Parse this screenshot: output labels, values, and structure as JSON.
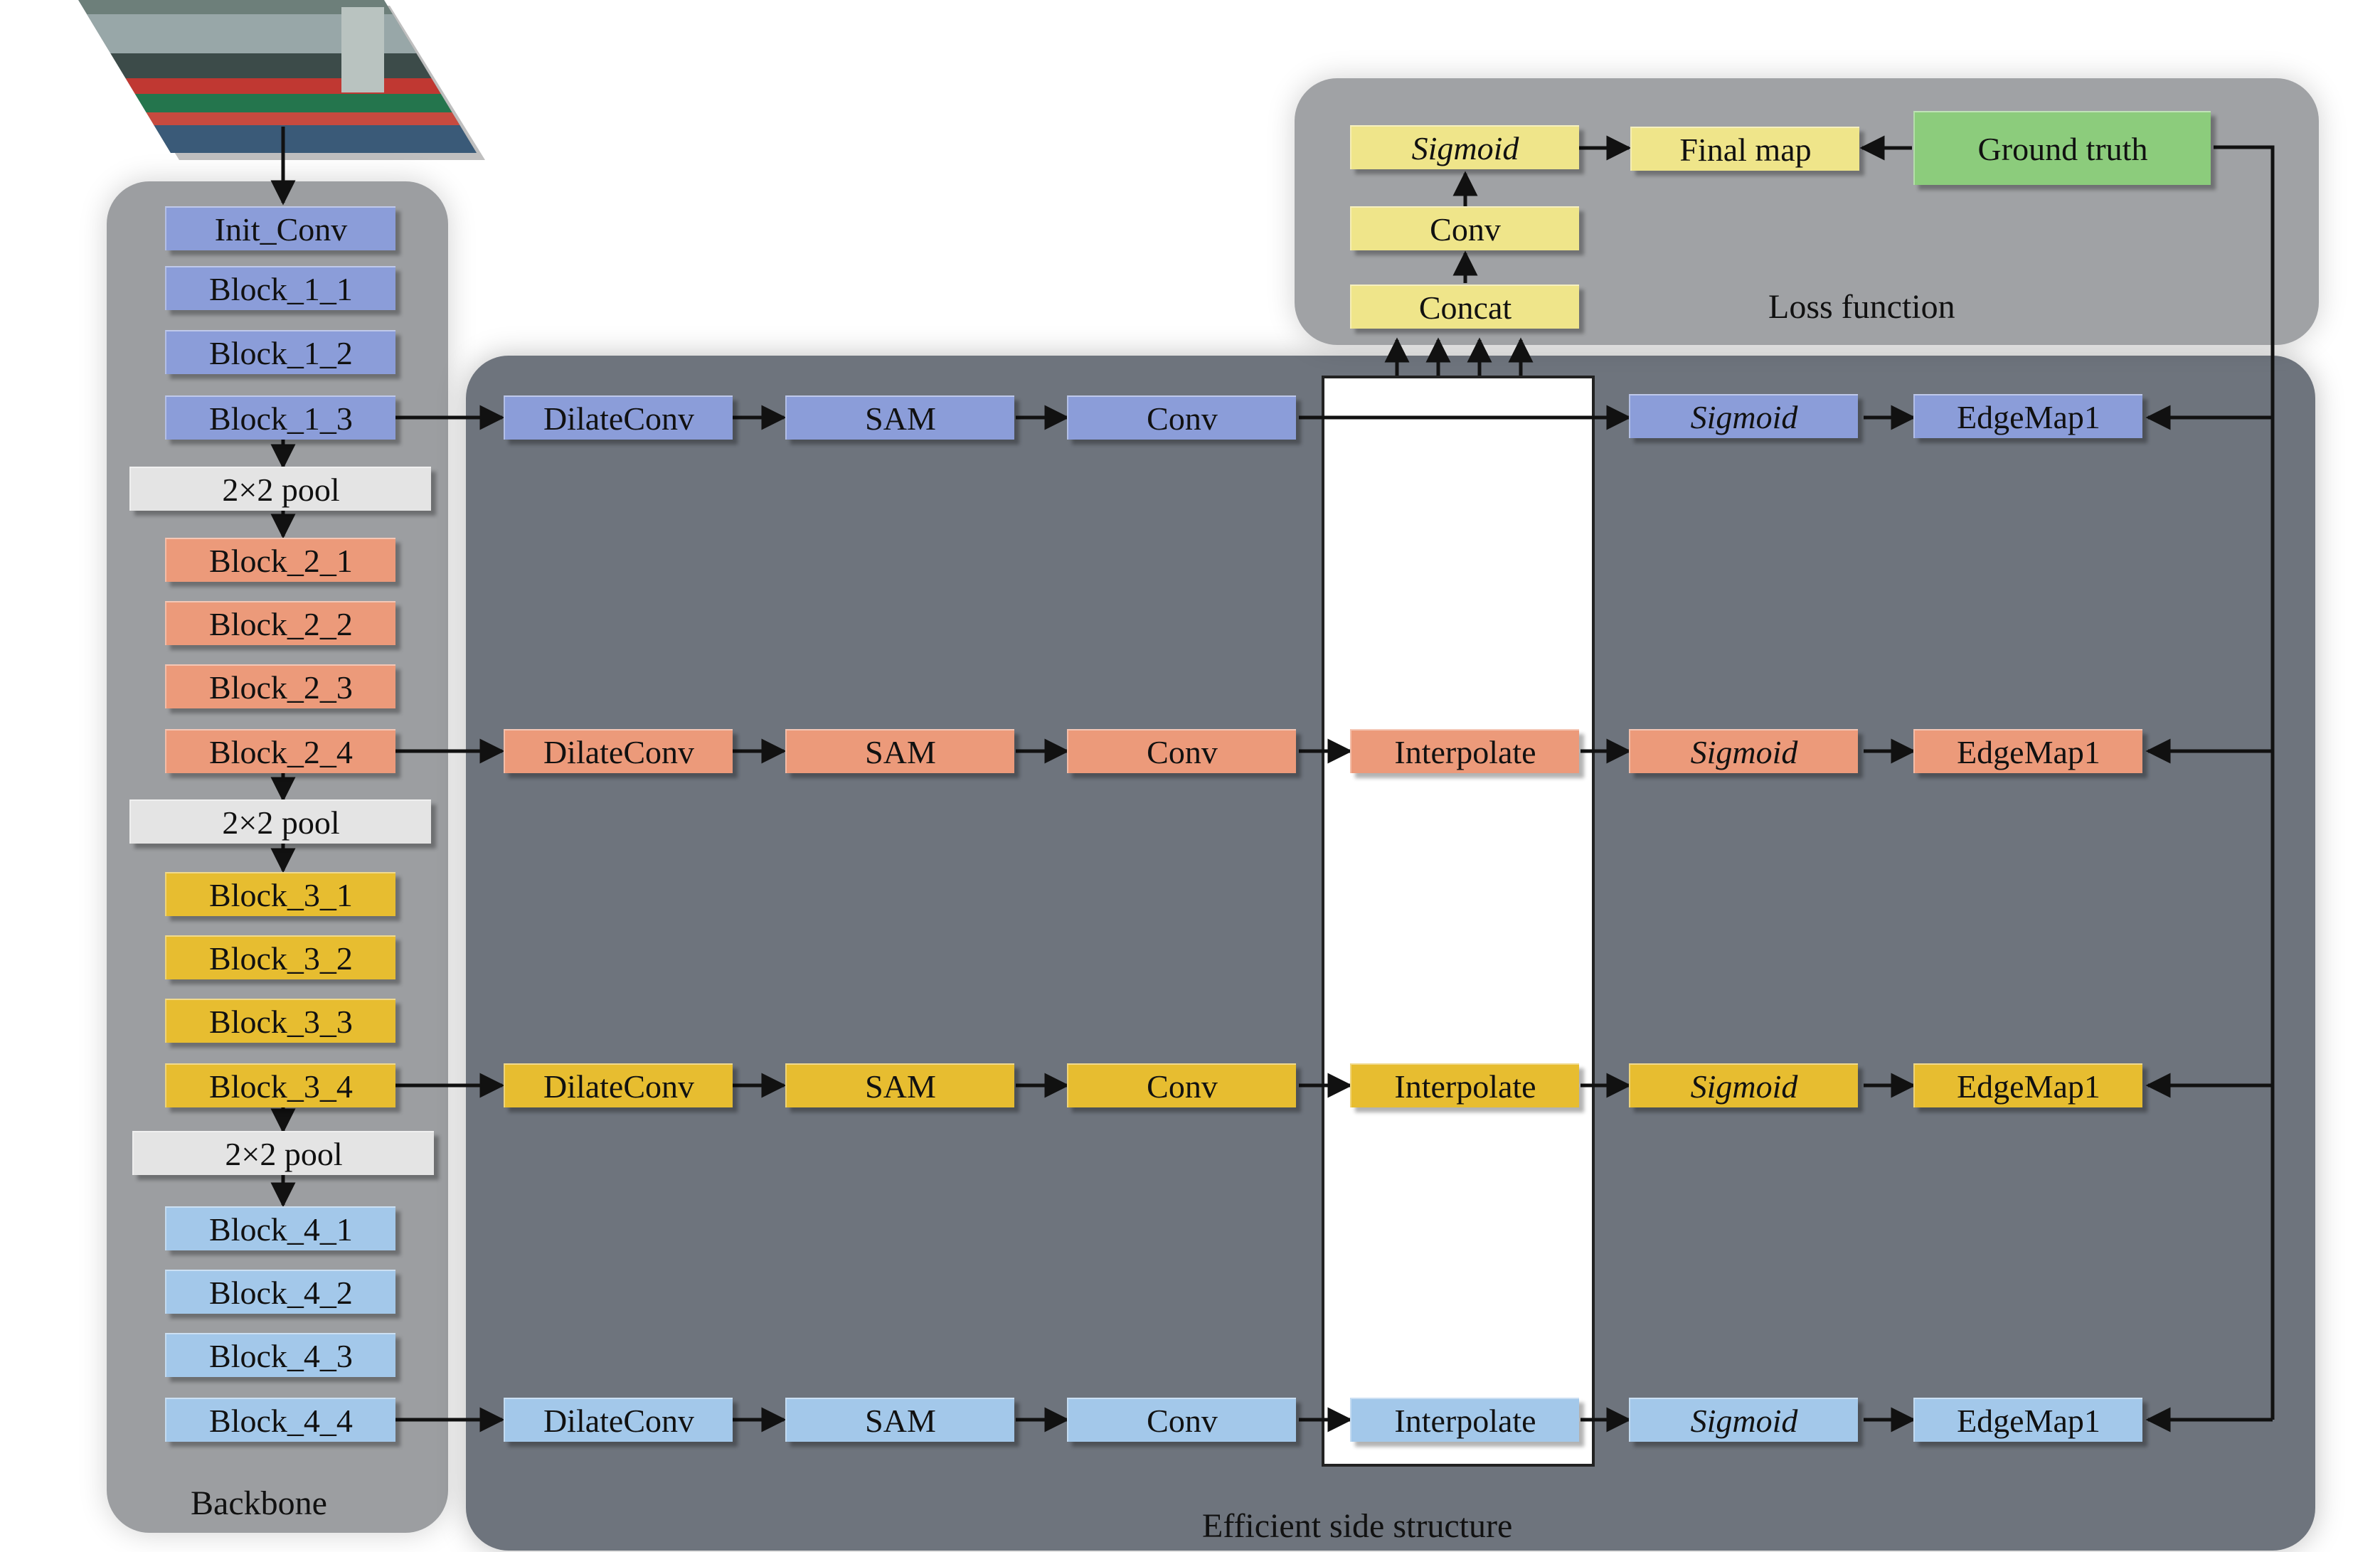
{
  "backbone": {
    "caption": "Backbone",
    "init": "Init_Conv",
    "stage1": [
      "Block_1_1",
      "Block_1_2",
      "Block_1_3"
    ],
    "stage2": [
      "Block_2_1",
      "Block_2_2",
      "Block_2_3",
      "Block_2_4"
    ],
    "stage3": [
      "Block_3_1",
      "Block_3_2",
      "Block_3_3",
      "Block_3_4"
    ],
    "stage4": [
      "Block_4_1",
      "Block_4_2",
      "Block_4_3",
      "Block_4_4"
    ],
    "pool": "2×2 pool"
  },
  "side": {
    "caption": "Efficient side structure",
    "dilate": "DilateConv",
    "sam": "SAM",
    "conv": "Conv",
    "interpolate": "Interpolate",
    "sigmoid": "Sigmoid",
    "edgemap": "EdgeMap1"
  },
  "loss": {
    "caption": "Loss function",
    "sigmoid": "Sigmoid",
    "conv": "Conv",
    "concat": "Concat",
    "final_map": "Final map",
    "ground_truth": "Ground truth"
  },
  "colors": {
    "stage1": "#8b9dd9",
    "stage2": "#ec9a7a",
    "stage3": "#e7bd30",
    "stage4": "#a3c8ea",
    "loss": "#efe58a",
    "ground_truth": "#8ccc7c"
  }
}
